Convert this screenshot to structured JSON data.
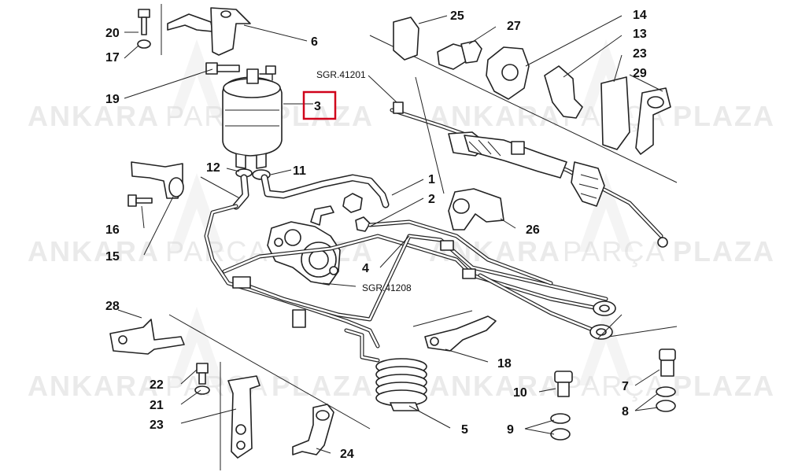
{
  "watermark": {
    "word1": "ANKARA",
    "word2": "PARÇA",
    "word3": "PLAZA"
  },
  "references": {
    "steering_rack": "SGR.41201",
    "pump": "SGR.41208"
  },
  "callouts": [
    "1",
    "2",
    "3",
    "4",
    "5",
    "6",
    "7",
    "8",
    "9",
    "10",
    "11",
    "12",
    "13",
    "14",
    "15",
    "16",
    "17",
    "18",
    "19",
    "20",
    "21",
    "22",
    "23",
    "24",
    "25",
    "26",
    "27",
    "28",
    "29"
  ],
  "highlighted_callout": "3",
  "colors": {
    "line": "#222222",
    "highlight": "#d0021b",
    "watermark": "#d9d9d9"
  }
}
